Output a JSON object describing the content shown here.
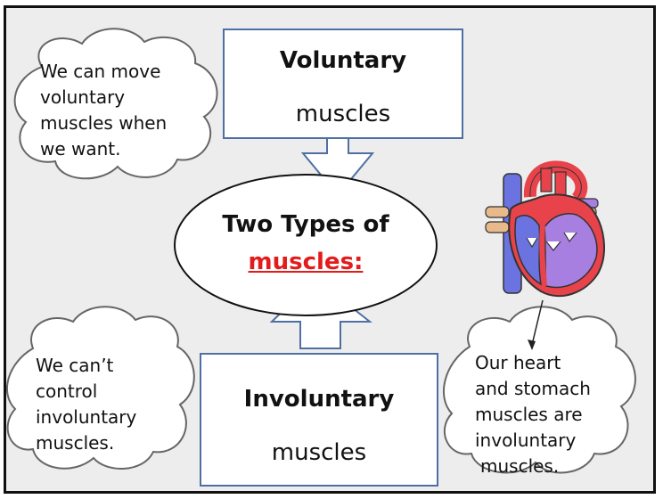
{
  "center": {
    "line1": "Two Types of",
    "line2": "muscles:"
  },
  "voluntary_box": {
    "title": "Voluntary",
    "subtitle": "muscles"
  },
  "involuntary_box": {
    "title": "Involuntary",
    "subtitle": "muscles"
  },
  "clouds": {
    "top_left": [
      "We can move",
      "voluntary",
      "muscles when",
      "we want."
    ],
    "bottom_left": [
      "We can’t",
      "control",
      "involuntary",
      "muscles."
    ],
    "bottom_right": [
      "Our heart",
      "and stomach",
      "muscles are",
      "involuntary",
      "muscles."
    ]
  },
  "colors": {
    "box_border": "#4f6fa3",
    "center_highlight": "#e31b1b",
    "slide_background": "#ededed",
    "heart_red": "#e8434a",
    "heart_blue": "#6b73e0",
    "heart_purple": "#a77fe0"
  },
  "icons": {
    "heart": "heart-illustration",
    "pointer": "arrow-line"
  }
}
